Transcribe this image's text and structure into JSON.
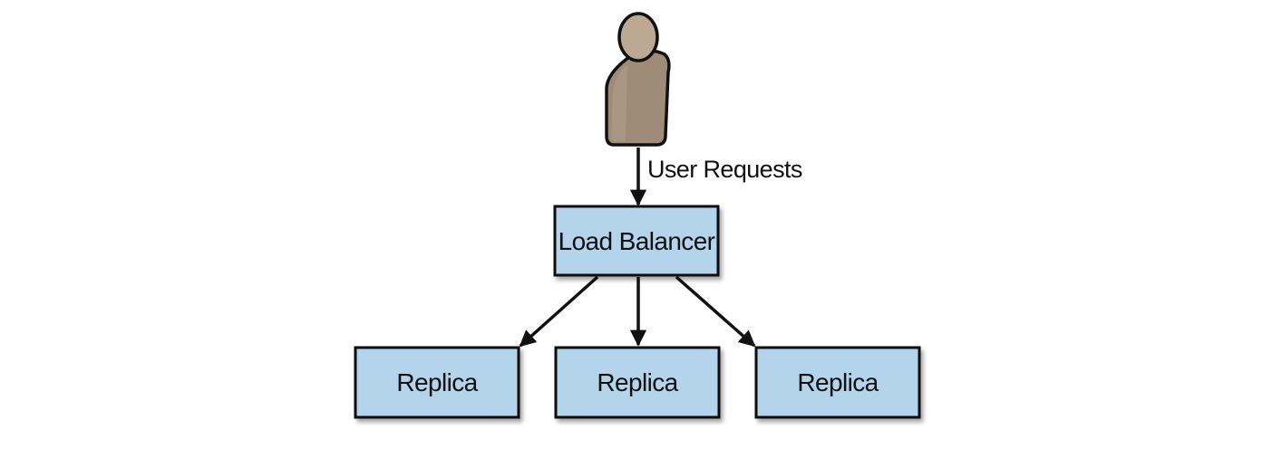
{
  "diagram": {
    "user": {
      "icon": "person-icon",
      "edge_label": "User Requests"
    },
    "load_balancer": {
      "label": "Load Balancer"
    },
    "replicas": [
      {
        "label": "Replica"
      },
      {
        "label": "Replica"
      },
      {
        "label": "Replica"
      }
    ],
    "colors": {
      "box_fill": "#b3d4ea",
      "box_stroke": "#111111",
      "person_head": "#bca994",
      "person_body": "#9e8b78",
      "outline": "#111111"
    }
  }
}
